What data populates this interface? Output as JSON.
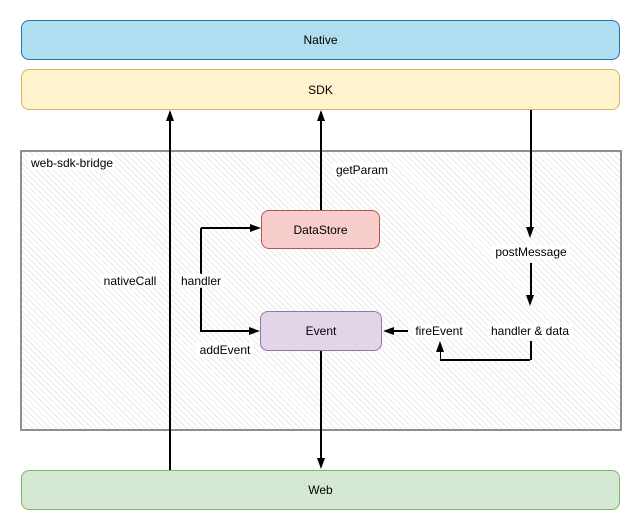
{
  "diagram": {
    "edge_color": "#000000",
    "nodes": {
      "native": {
        "label": "Native",
        "fill": "#b1ddf0",
        "border": "#1a79ae"
      },
      "sdk": {
        "label": "SDK",
        "fill": "#fff2cc",
        "border": "#d6b656"
      },
      "bridge": {
        "label": "web-sdk-bridge",
        "border": "#8f8f8f"
      },
      "datastore": {
        "label": "DataStore",
        "fill": "#f8cecc",
        "border": "#b85450"
      },
      "event": {
        "label": "Event",
        "fill": "#e1d5e7",
        "border": "#9673a6"
      },
      "web": {
        "label": "Web",
        "fill": "#d5e8d4",
        "border": "#82b366"
      }
    },
    "edge_labels": {
      "get_param": "getParam",
      "native_call": "nativeCall",
      "handler": "handler",
      "add_event": "addEvent",
      "post_message": "postMessage",
      "handler_and_data": "handler & data",
      "fire_event": "fireEvent"
    }
  }
}
